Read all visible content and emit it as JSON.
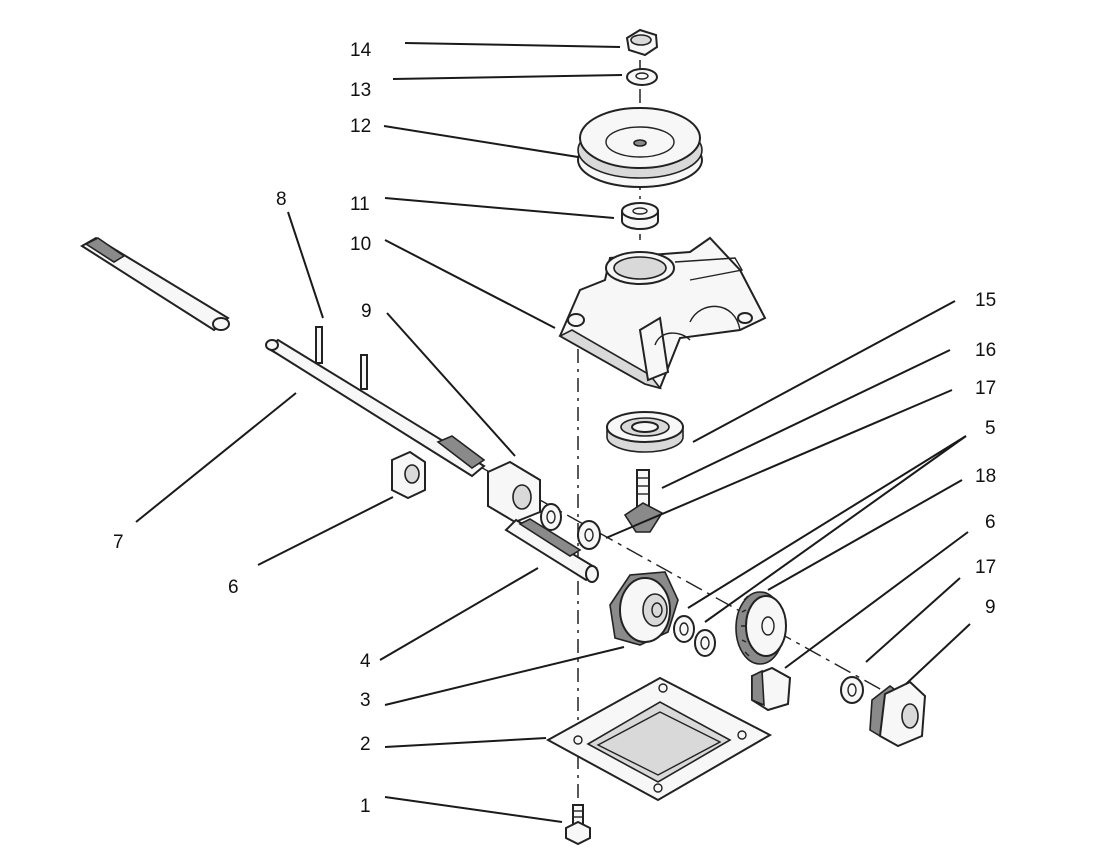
{
  "callouts": [
    {
      "id": "c14",
      "label": "14"
    },
    {
      "id": "c13",
      "label": "13"
    },
    {
      "id": "c12",
      "label": "12"
    },
    {
      "id": "c11",
      "label": "11"
    },
    {
      "id": "c10",
      "label": "10"
    },
    {
      "id": "c8",
      "label": "8"
    },
    {
      "id": "c9a",
      "label": "9"
    },
    {
      "id": "c7",
      "label": "7"
    },
    {
      "id": "c6a",
      "label": "6"
    },
    {
      "id": "c4",
      "label": "4"
    },
    {
      "id": "c3",
      "label": "3"
    },
    {
      "id": "c2",
      "label": "2"
    },
    {
      "id": "c1",
      "label": "1"
    },
    {
      "id": "c15",
      "label": "15"
    },
    {
      "id": "c16",
      "label": "16"
    },
    {
      "id": "c17a",
      "label": "17"
    },
    {
      "id": "c5",
      "label": "5"
    },
    {
      "id": "c18",
      "label": "18"
    },
    {
      "id": "c6b",
      "label": "6"
    },
    {
      "id": "c17b",
      "label": "17"
    },
    {
      "id": "c9b",
      "label": "9"
    }
  ]
}
